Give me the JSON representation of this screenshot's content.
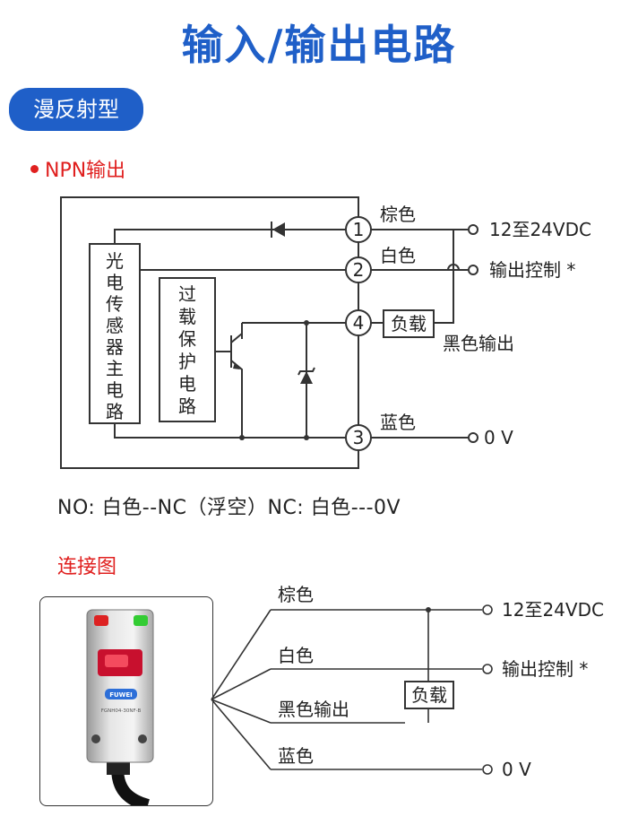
{
  "header": {
    "title": "输入/输出电路"
  },
  "tab": {
    "label": "漫反射型"
  },
  "npn": {
    "heading": "NPN输出",
    "block_main": [
      "光",
      "电",
      "传",
      "感",
      "器",
      "主",
      "电",
      "路"
    ],
    "block_protect": [
      "过",
      "载",
      "保",
      "护",
      "电",
      "路"
    ],
    "pins": [
      "1",
      "2",
      "4",
      "3"
    ],
    "wire_labels": {
      "brown": "棕色",
      "white": "白色",
      "blue": "蓝色"
    },
    "terminals": {
      "power": "12至24VDC",
      "control": "输出控制 *",
      "zero": "0 V"
    },
    "load": "负载",
    "black_out": "黑色输出"
  },
  "note": "NO: 白色--NC（浮空）NC: 白色---0V",
  "connection": {
    "heading": "连接图",
    "wire_labels": [
      "棕色",
      "白色",
      "黑色输出",
      "蓝色"
    ],
    "terminals": [
      "12至24VDC",
      "输出控制 *",
      "0 V"
    ],
    "load": "负载",
    "product_brand": "FUWEI",
    "product_model": "FGNH04-30NF-B"
  },
  "colors": {
    "accent": "#1f5fc8",
    "red": "#e0201f",
    "line": "#333333"
  }
}
